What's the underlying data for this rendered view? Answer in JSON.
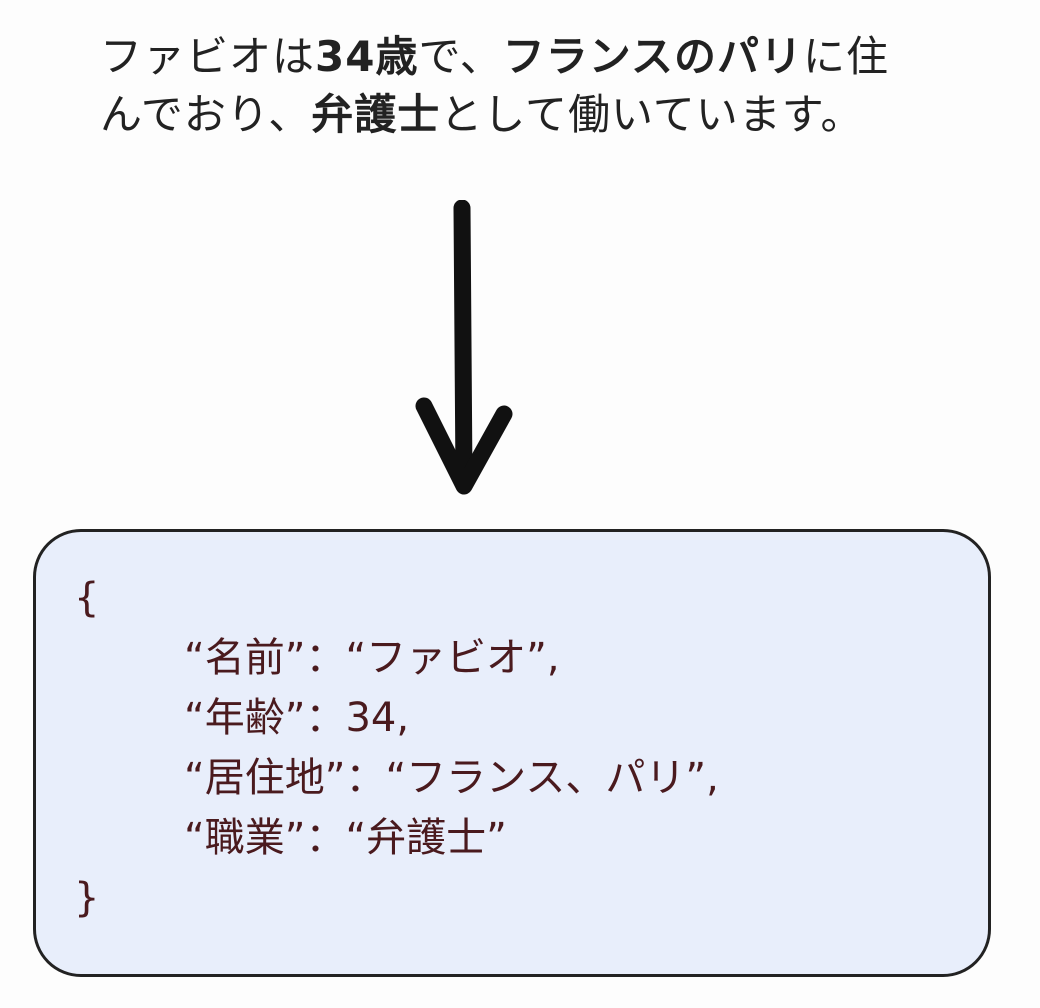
{
  "sentence": {
    "parts": [
      {
        "text": "ファビオは",
        "bold": false
      },
      {
        "text": "34歳",
        "bold": true
      },
      {
        "text": "で、",
        "bold": false
      },
      {
        "text": "フランスのパリ",
        "bold": true
      },
      {
        "text": "に住んでおり、",
        "bold": false
      },
      {
        "text": "弁護士",
        "bold": true
      },
      {
        "text": "として働いています。",
        "bold": false
      }
    ]
  },
  "json_box": {
    "open_brace": "{",
    "close_brace": "}",
    "lines": [
      {
        "key": "“名前”",
        "sep": "：",
        "value": "“ファビオ”",
        "trail": ","
      },
      {
        "key": "“年齢”",
        "sep": "：",
        "value": "34",
        "trail": ","
      },
      {
        "key": "“居住地”",
        "sep": "：",
        "value": "“フランス、パリ”",
        "trail": ","
      },
      {
        "key": "“職業”",
        "sep": "：",
        "value": "“弁護士”",
        "trail": ""
      }
    ]
  },
  "colors": {
    "box_fill": "#e8eefb",
    "code_text": "#4a1a1e",
    "arrow": "#111111"
  },
  "icons": {
    "arrow": "down-arrow-icon"
  }
}
